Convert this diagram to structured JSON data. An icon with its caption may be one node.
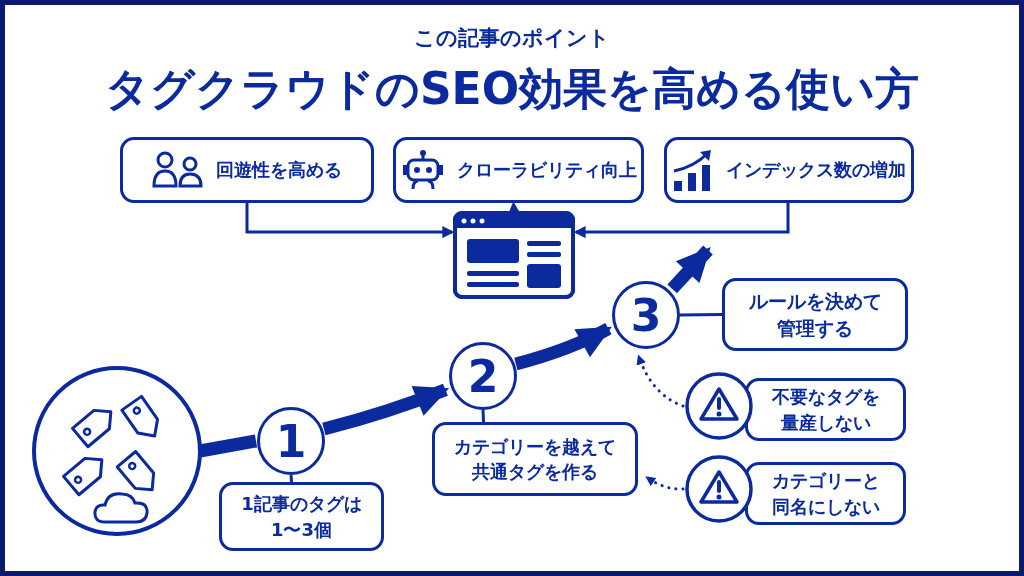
{
  "diagram": {
    "title": "タグクラウドのSEO効果を高める使い方",
    "nodes": [
      {
        "text": [
          "回遊性を高める"
        ]
      },
      {
        "text": [
          "クローラビリティ向上"
        ]
      },
      {
        "text": [
          "インデックス数の増加"
        ]
      },
      {
        "text": [],
        "shape": "picture"
      },
      {
        "text": [],
        "shape": "circle"
      },
      {
        "text": [
          "1"
        ]
      },
      {
        "text": [
          "1記事のタグは1〜3個"
        ]
      },
      {
        "text": [
          "2"
        ]
      },
      {
        "text": [
          "カテゴリーを越えて共通タグを作る"
        ]
      },
      {
        "text": [
          "3"
        ]
      },
      {
        "text": [
          "ルールを決めて管理する"
        ]
      },
      {
        "text": [],
        "shape": "circle"
      },
      {
        "text": [
          "不要なタグを量産しない"
        ]
      },
      {
        "text": [],
        "shape": "circle"
      },
      {
        "text": [
          "カテゴリーと同名にしない"
        ]
      }
    ],
    "edges": [
      {
        "from": 0,
        "to": 3,
        "arrow": "to"
      },
      {
        "from": 2,
        "to": 3,
        "arrow": "to"
      },
      {
        "from": 3,
        "to": 1,
        "arrow": "to"
      },
      {
        "from": 4,
        "to": 5,
        "arrow": "none",
        "style": "thick"
      },
      {
        "from": 5,
        "to": 7,
        "arrow": "to",
        "style": "thick"
      },
      {
        "from": 7,
        "to": 9,
        "arrow": "to",
        "style": "thick"
      },
      {
        "from": 9,
        "to": null,
        "arrow": "to",
        "style": "thick"
      },
      {
        "from": 5,
        "to": 6,
        "arrow": "none"
      },
      {
        "from": 7,
        "to": 8,
        "arrow": "none"
      },
      {
        "from": 9,
        "to": 10,
        "arrow": "none"
      },
      {
        "from": 11,
        "to": 9,
        "arrow": "to",
        "style": "dashed"
      },
      {
        "from": 13,
        "to": 8,
        "arrow": "to",
        "style": "dashed"
      }
    ],
    "labels": [
      "この記事のポイント"
    ]
  }
}
